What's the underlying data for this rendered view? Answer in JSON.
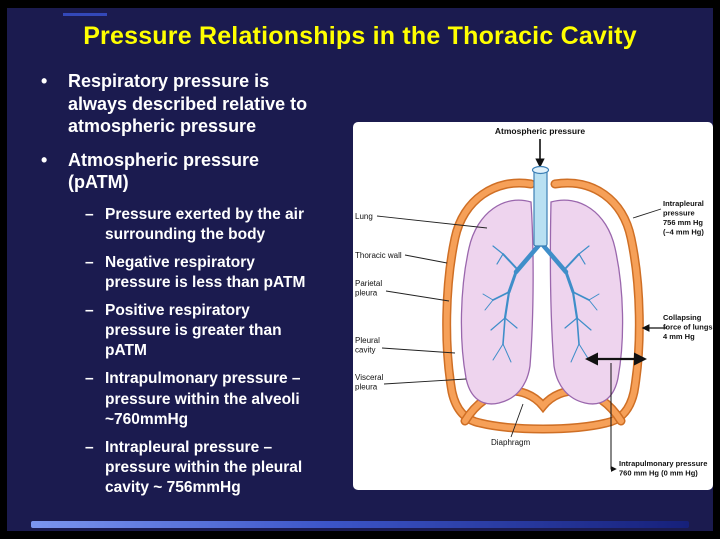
{
  "slide": {
    "title": "Pressure Relationships in the Thoracic Cavity",
    "markers": {
      "level1": "•",
      "level2": "–"
    },
    "bullets": [
      {
        "level": 1,
        "text": "Respiratory pressure is\nalways described relative to\natmospheric pressure"
      },
      {
        "level": 1,
        "text": "Atmospheric pressure\n(pATM)"
      },
      {
        "level": 2,
        "text": "Pressure exerted by the air\nsurrounding the body"
      },
      {
        "level": 2,
        "text": "Negative respiratory\npressure is less than pATM"
      },
      {
        "level": 2,
        "text": "Positive respiratory\npressure is greater than\npATM"
      },
      {
        "level": 2,
        "text": "Intrapulmonary pressure  –\npressure within the alveoli\n~760mmHg"
      },
      {
        "level": 2,
        "text": "Intrapleural pressure –\npressure within the pleural\ncavity ~ 756mmHg"
      }
    ]
  },
  "diagram": {
    "labels": {
      "atmospheric_pressure": "Atmospheric pressure",
      "lung": "Lung",
      "thoracic_wall": "Thoracic wall",
      "parietal_pleura": [
        "Parietal",
        "pleura"
      ],
      "pleural_cavity": [
        "Pleural",
        "cavity"
      ],
      "visceral_pleura": [
        "Visceral",
        "pleura"
      ],
      "diaphragm": "Diaphragm",
      "intrapleural": [
        "Intrapleural",
        "pressure",
        "756 mm Hg",
        "(–4 mm Hg)"
      ],
      "collapsing_force": [
        "Collapsing",
        "force of lungs",
        "4 mm Hg"
      ],
      "intrapulmonary": [
        "Intrapulmonary pressure",
        "760 mm Hg (0 mm Hg)"
      ]
    },
    "colors": {
      "slide_background": "#1b1b4f",
      "title_yellow": "#ffff00",
      "body_text": "#ffffff",
      "wall_orange": "#f6a058",
      "wall_orange_dark": "#cf6f25",
      "lung_pink": "#eed4ee",
      "lung_outline": "#9a67ad",
      "airway_fill": "#b8e0f2",
      "airway_outline": "#3c7fb5",
      "bronchi_blue": "#3f8ec9",
      "panel_background": "#ffffff"
    }
  }
}
